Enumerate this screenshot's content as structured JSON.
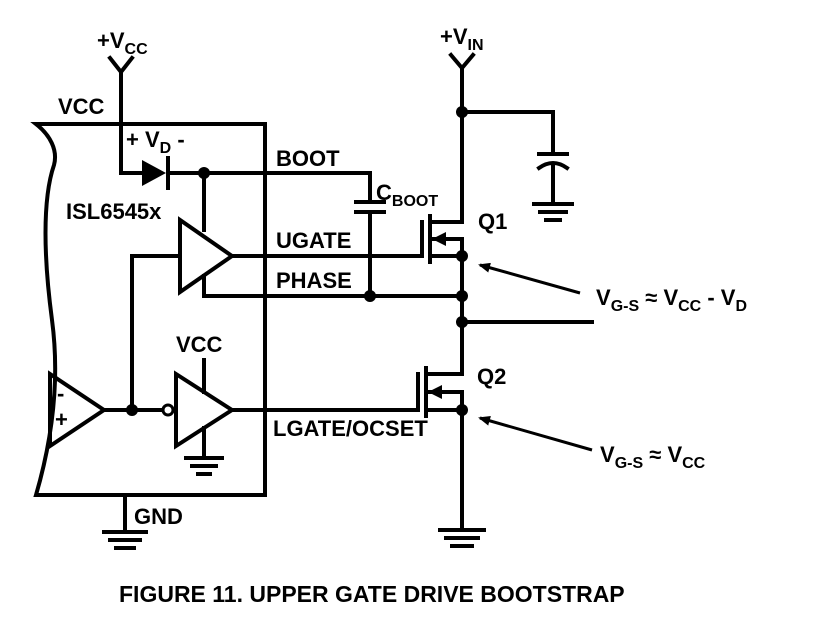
{
  "labels": {
    "vcc_plus": "+V",
    "vcc_plus_sub": "CC",
    "vin_plus": "+V",
    "vin_plus_sub": "IN",
    "vcc_pin": "VCC",
    "vd_plus": "+ V",
    "vd_sub": "D",
    "vd_minus": " -",
    "boot": "BOOT",
    "cboot": "C",
    "cboot_sub": "BOOT",
    "chip": "ISL6545x",
    "ugate": "UGATE",
    "phase": "PHASE",
    "vcc_driver": "VCC",
    "lgate": "LGATE/OCSET",
    "gnd": "GND",
    "q1": "Q1",
    "q2": "Q2",
    "op_minus": "-",
    "op_plus": "+",
    "vgs1_v": "V",
    "vgs1_sub": "G-S",
    "vgs1_rest": " ≈ V",
    "vgs1_sub2": "CC",
    "vgs1_tail": " - V",
    "vgs1_sub3": "D",
    "vgs2_v": "V",
    "vgs2_sub": "G-S",
    "vgs2_rest": " ≈ V",
    "vgs2_sub2": "CC"
  },
  "caption": "FIGURE 11.  UPPER GATE DRIVE BOOTSTRAP"
}
